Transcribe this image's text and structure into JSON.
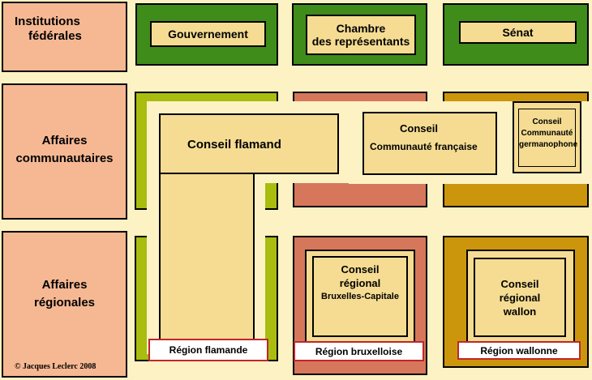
{
  "rows": {
    "federal": [
      "Institutions",
      "fédérales"
    ],
    "community": [
      "Affaires",
      "communautaires"
    ],
    "regional": [
      "Affaires",
      "régionales"
    ]
  },
  "federal": {
    "gouvernement": "Gouvernement",
    "chambre": [
      "Chambre",
      "des représentants"
    ],
    "senat": "Sénat"
  },
  "community": {
    "flamand": "Conseil flamand",
    "francaise": [
      "Conseil",
      "Communauté française"
    ],
    "germanophone": [
      "Conseil",
      "Communauté",
      "germanophone"
    ]
  },
  "regional": {
    "bruxelles": [
      "Conseil",
      "régional",
      "Bruxelles-Capitale"
    ],
    "wallon": [
      "Conseil",
      "régional",
      "wallon"
    ]
  },
  "regions": {
    "flamande": "Région flamande",
    "bruxelloise": "Région bruxelloise",
    "wallonne": "Région wallonne"
  },
  "copyright": "© Jacques Leclerc 2008",
  "colors": {
    "background": "#fdf2c4",
    "row_header": "#f6b893",
    "federal": "#3f8c1b",
    "flemish": "#a8bd10",
    "brussels": "#d6775c",
    "wallonia": "#cc960c",
    "council": "#f5dc92",
    "region_label_border": "#c0262a"
  }
}
